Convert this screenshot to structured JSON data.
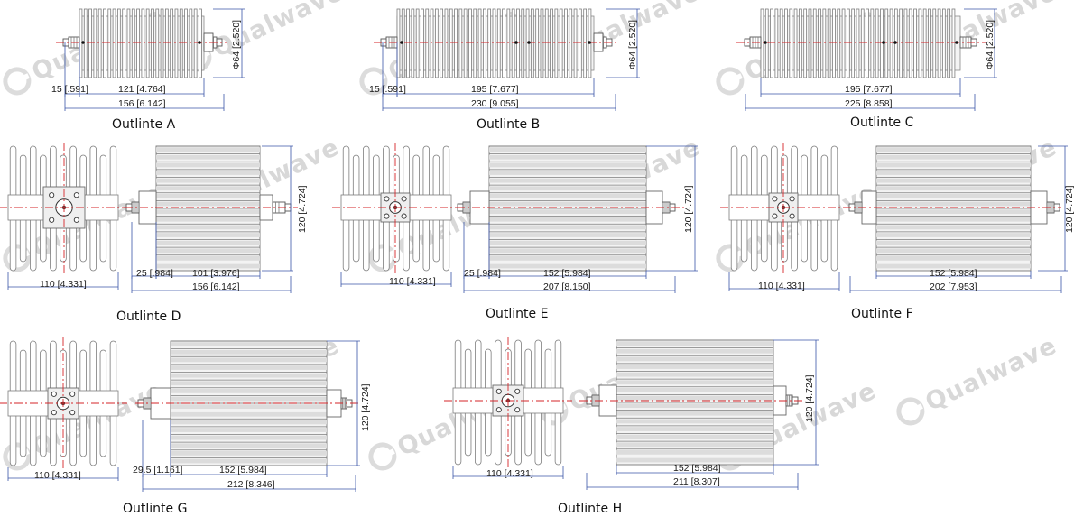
{
  "watermark": "Qualwave",
  "outlines": [
    {
      "caption": "Outlinte A",
      "dims": [
        "15 [.591]",
        "121 [4.764]",
        "156 [6.142]",
        "Φ64 [2.520]"
      ]
    },
    {
      "caption": "Outlinte B",
      "dims": [
        "15 [.591]",
        "195 [7.677]",
        "230 [9.055]",
        "Φ64 [2.520]"
      ]
    },
    {
      "caption": "Outlinte C",
      "dims": [
        "195 [7.677]",
        "225 [8.858]",
        "Φ64 [2.520]"
      ]
    },
    {
      "caption": "Outlinte D",
      "dims": [
        "110 [4.331]",
        "25 [.984]",
        "101 [3.976]",
        "156 [6.142]",
        "120 [4.724]"
      ]
    },
    {
      "caption": "Outlinte E",
      "dims": [
        "110 [4.331]",
        "25 [.984]",
        "152 [5.984]",
        "207 [8.150]",
        "120 [4.724]"
      ]
    },
    {
      "caption": "Outlinte F",
      "dims": [
        "110 [4.331]",
        "152 [5.984]",
        "202 [7.953]",
        "120 [4.724]"
      ]
    },
    {
      "caption": "Outlinte G",
      "dims": [
        "110 [4.331]",
        "29.5 [1.161]",
        "152 [5.984]",
        "212 [8.346]",
        "120 [4.724]"
      ]
    },
    {
      "caption": "Outlinte H",
      "dims": [
        "110 [4.331]",
        "152 [5.984]",
        "211 [8.307]",
        "120 [4.724]"
      ]
    }
  ]
}
